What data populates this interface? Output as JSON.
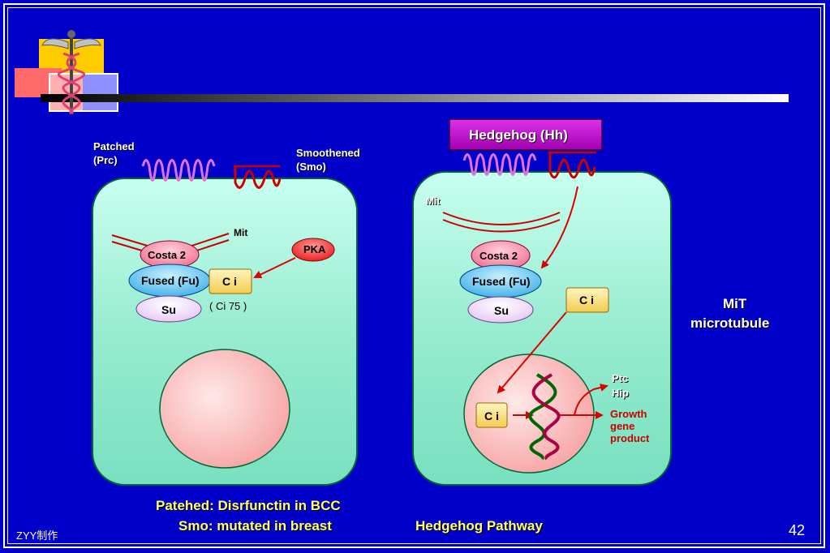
{
  "slide": {
    "page_number": "42",
    "footer_credit": "ZYY制作",
    "caption_line1": "Patehed:  Disrfunctin in BCC",
    "caption_line2": "Smo:  mutated in breast",
    "caption_title": "Hedgehog Pathway",
    "side_note_line1": "MiT",
    "side_note_line2": "microtubule"
  },
  "left_cell": {
    "patched_line1": "Patched",
    "patched_line2": "(Prc)",
    "smoothened_line1": "Smoothened",
    "smoothened_line2": "(Smo)",
    "mit": "Mit",
    "pka": "PKA",
    "costa": "Costa 2",
    "fused": "Fused (Fu)",
    "su": "Su",
    "ci": "C i",
    "ci75": "( Ci 75 )"
  },
  "right_cell": {
    "hedgehog": "Hedgehog (Hh)",
    "mit": "Mit",
    "costa": "Costa 2",
    "fused": "Fused (Fu)",
    "su": "Su",
    "ci_cyto": "C i",
    "ci_nucleus": "C i",
    "ptc": "Ptc",
    "hip": "Hip",
    "growth_line1": "Growth",
    "growth_line2": "gene",
    "growth_line3": "product"
  },
  "colors": {
    "background": "#0000c8",
    "cell_fill": "#a8f0d8",
    "arrow_red": "#dd0000",
    "caption_yellow": "#ffff66",
    "hedgehog_box": "#cc00cc"
  },
  "icons": [
    "caduceus-icon"
  ]
}
